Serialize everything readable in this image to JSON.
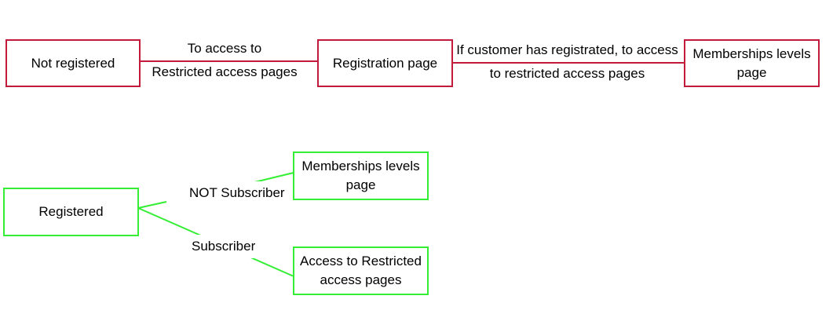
{
  "top_flow": {
    "nodes": {
      "not_registered": "Not registered",
      "registration_page": "Registration page",
      "memberships_levels_page": "Memberships levels page"
    },
    "edges": {
      "to_registration_line1": "To access to",
      "to_registration_line2": "Restricted access pages",
      "to_memberships_line1": "If customer has registrated, to access",
      "to_memberships_line2": "to restricted access pages"
    }
  },
  "bottom_flow": {
    "nodes": {
      "registered": "Registered",
      "memberships_levels_page": "Memberships levels page",
      "restricted_access": "Access to Restricted access pages"
    },
    "edges": {
      "not_subscriber": "NOT Subscriber",
      "subscriber": "Subscriber"
    }
  },
  "colors": {
    "top_flow": "#c21a3a",
    "bottom_flow": "#33ee33"
  }
}
